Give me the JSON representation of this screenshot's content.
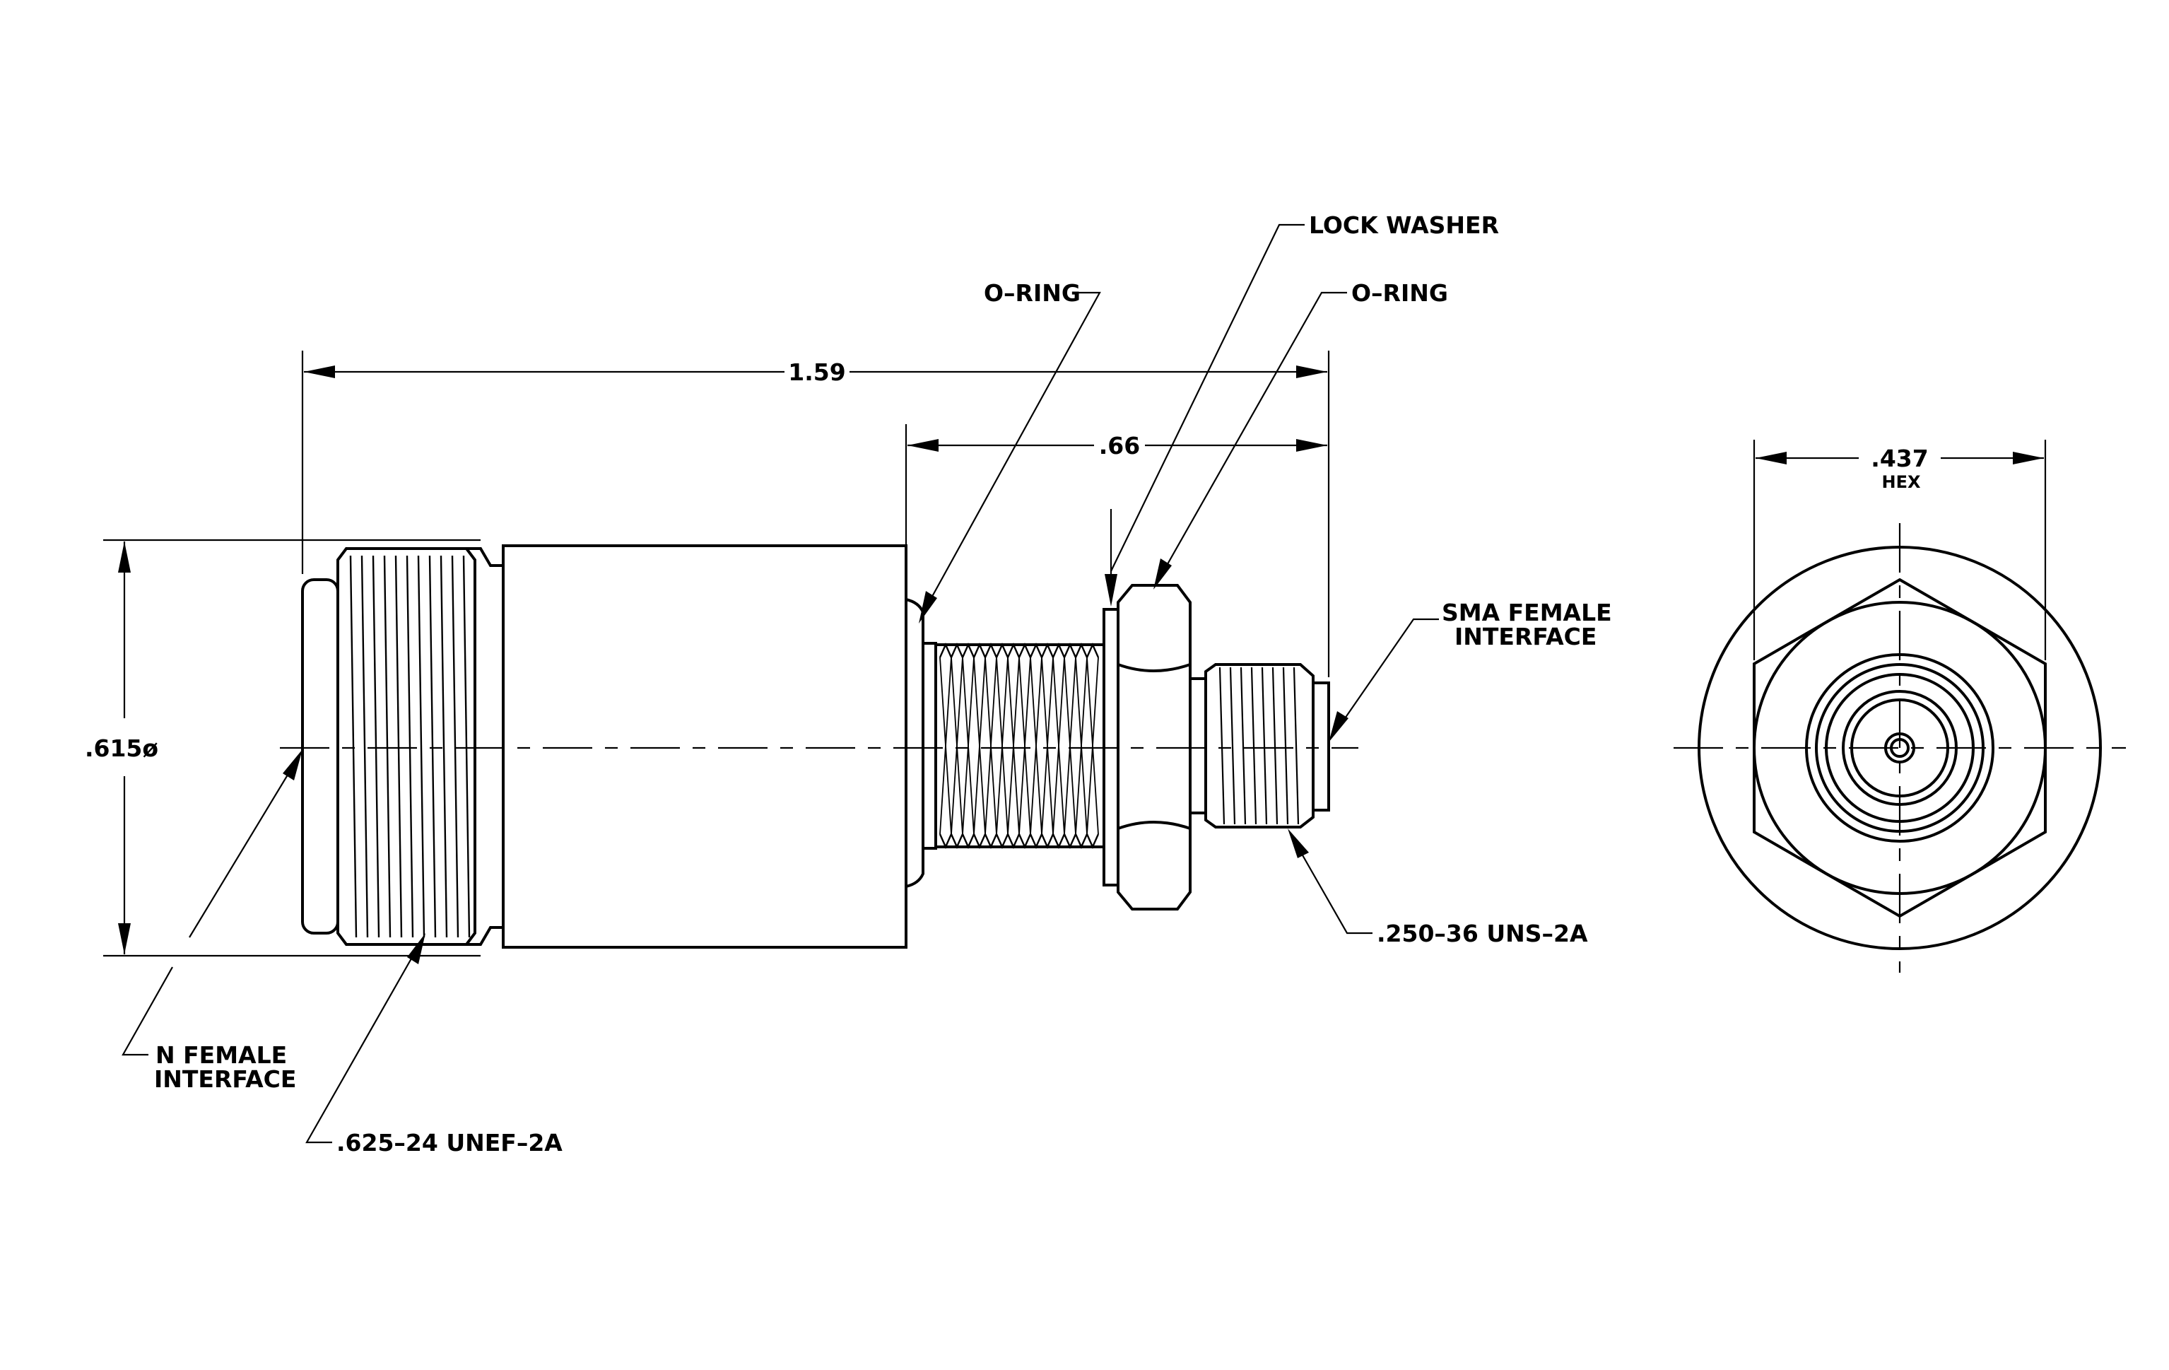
{
  "dimensions": {
    "overall_length": "1.59",
    "panel_length": ".66",
    "body_diameter": ".615ø",
    "hex_size": ".437",
    "hex_label": "HEX"
  },
  "callouts": {
    "lock_washer": "LOCK WASHER",
    "o_ring_left": "O–RING",
    "o_ring_right": "O–RING",
    "sma_interface_line1": "SMA FEMALE",
    "sma_interface_line2": "INTERFACE",
    "sma_thread": ".250–36 UNS–2A",
    "n_interface_line1": "N FEMALE",
    "n_interface_line2": "INTERFACE",
    "n_thread": ".625–24 UNEF–2A"
  }
}
